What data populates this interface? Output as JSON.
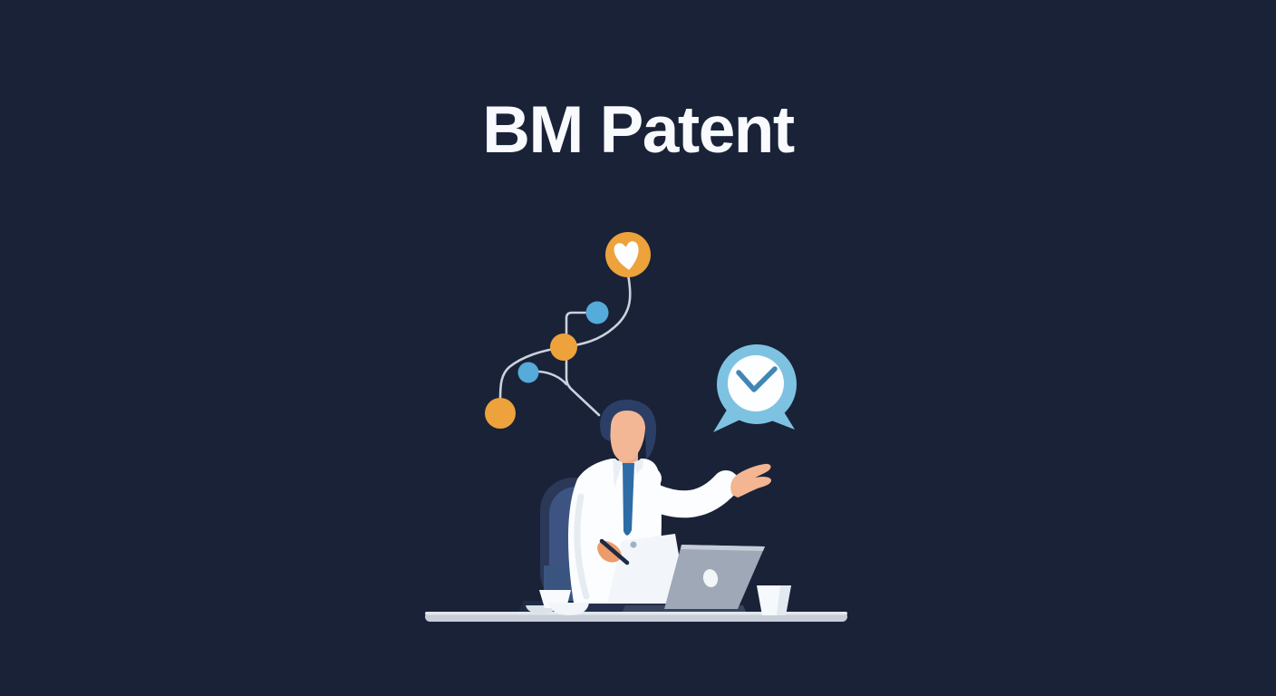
{
  "page": {
    "title": "BM Patent"
  },
  "theme": {
    "background": "#1A2238",
    "title_color": "#F8FAFD",
    "accent_orange": "#EDA23B",
    "accent_blue": "#55ABD9",
    "clock_blue": "#7EC2E2",
    "line_color": "#C9D2DE"
  },
  "illustration": {
    "icons": [
      "milestone-path-diagram",
      "heart-marker-icon",
      "clock-icon",
      "person-at-desk-illustration",
      "laptop-icon",
      "coffee-cup-icon",
      "paper-cup-icon"
    ]
  }
}
